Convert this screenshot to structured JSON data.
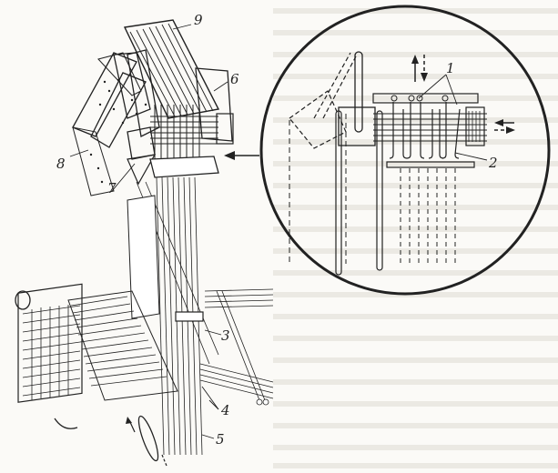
{
  "diagram": {
    "subject": "Jacquard loom mechanism with magnified detail of hooks and needles",
    "labels": {
      "l1": "1",
      "l2": "2",
      "l3": "3",
      "l4": "4",
      "l5": "5",
      "l6": "6",
      "l7": "7",
      "l8": "8",
      "l9": "9"
    },
    "colors": {
      "ink": "#222222",
      "paper": "#fbfaf7",
      "bleed_text": "#e4e2dc"
    }
  }
}
